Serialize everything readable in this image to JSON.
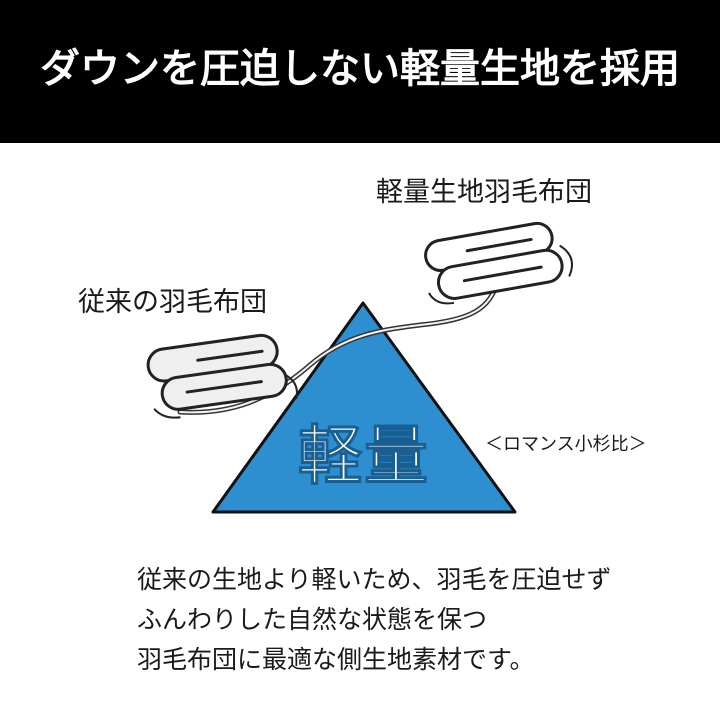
{
  "banner": {
    "title": "ダウンを圧迫しない軽量生地を採用",
    "background_color": "#000000",
    "text_color": "#ffffff"
  },
  "illustration": {
    "label_lightweight_futon": "軽量生地羽毛布団",
    "label_conventional_futon": "従来の羽毛布団",
    "triangle_text": "軽量",
    "triangle_color": "#2e8fd0",
    "comparison_note": "＜ロマンス小杉比＞"
  },
  "description": {
    "lines": [
      "従来の生地より軽いため、羽毛を圧迫せず",
      "ふんわりした自然な状態を保つ",
      "羽毛布団に最適な側生地素材です。"
    ]
  }
}
